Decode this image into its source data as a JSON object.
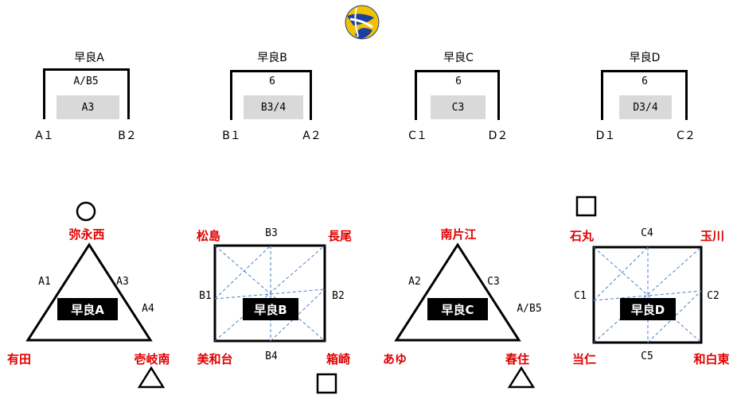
{
  "ball": {
    "icon": "volleyball-icon",
    "colors": [
      "#f2c200",
      "#1d3f9e",
      "#ffffff"
    ]
  },
  "brackets": [
    {
      "title": "早良A",
      "top": "A/B5",
      "ref": "A3",
      "left": "A１",
      "right": "B２"
    },
    {
      "title": "早良B",
      "top": "6",
      "ref": "B3/4",
      "left": "B１",
      "right": "A２"
    },
    {
      "title": "早良C",
      "top": "6",
      "ref": "C3",
      "left": "C１",
      "right": "D２"
    },
    {
      "title": "早良D",
      "top": "6",
      "ref": "D3/4",
      "left": "D１",
      "right": "C２"
    }
  ],
  "groupA": {
    "center": "早良A",
    "teams": {
      "top": "弥永西",
      "bottom_left": "有田",
      "bottom_right": "壱岐南"
    },
    "matches": {
      "left": "A1",
      "right": "A3",
      "outside": "A4"
    },
    "markers": {
      "top": "circle",
      "bottom_right": "triangle"
    }
  },
  "groupB": {
    "center": "早良B",
    "teams": {
      "top_left": "松島",
      "top_right": "長尾",
      "bottom_left": "美和台",
      "bottom_right": "箱崎"
    },
    "matches": {
      "top": "B3",
      "left": "B1",
      "right": "B2",
      "bottom": "B4"
    },
    "markers": {
      "bottom": "square"
    }
  },
  "groupC": {
    "center": "早良C",
    "teams": {
      "top": "南片江",
      "bottom_left": "あゆ",
      "bottom_right": "春住"
    },
    "matches": {
      "left": "A2",
      "right": "C3",
      "outside": "A/B5"
    },
    "markers": {
      "bottom_right": "triangle"
    }
  },
  "groupD": {
    "center": "早良D",
    "teams": {
      "top_left": "石丸",
      "top_right": "玉川",
      "bottom_left": "当仁",
      "bottom_right": "和白東"
    },
    "matches": {
      "top": "C4",
      "left": "C1",
      "right": "C2",
      "bottom": "C5"
    },
    "markers": {
      "top_left": "square"
    }
  },
  "colors": {
    "team_text": "#e00000",
    "arrow": "#4a7fc4",
    "ref_box": "#d9d9d9"
  }
}
